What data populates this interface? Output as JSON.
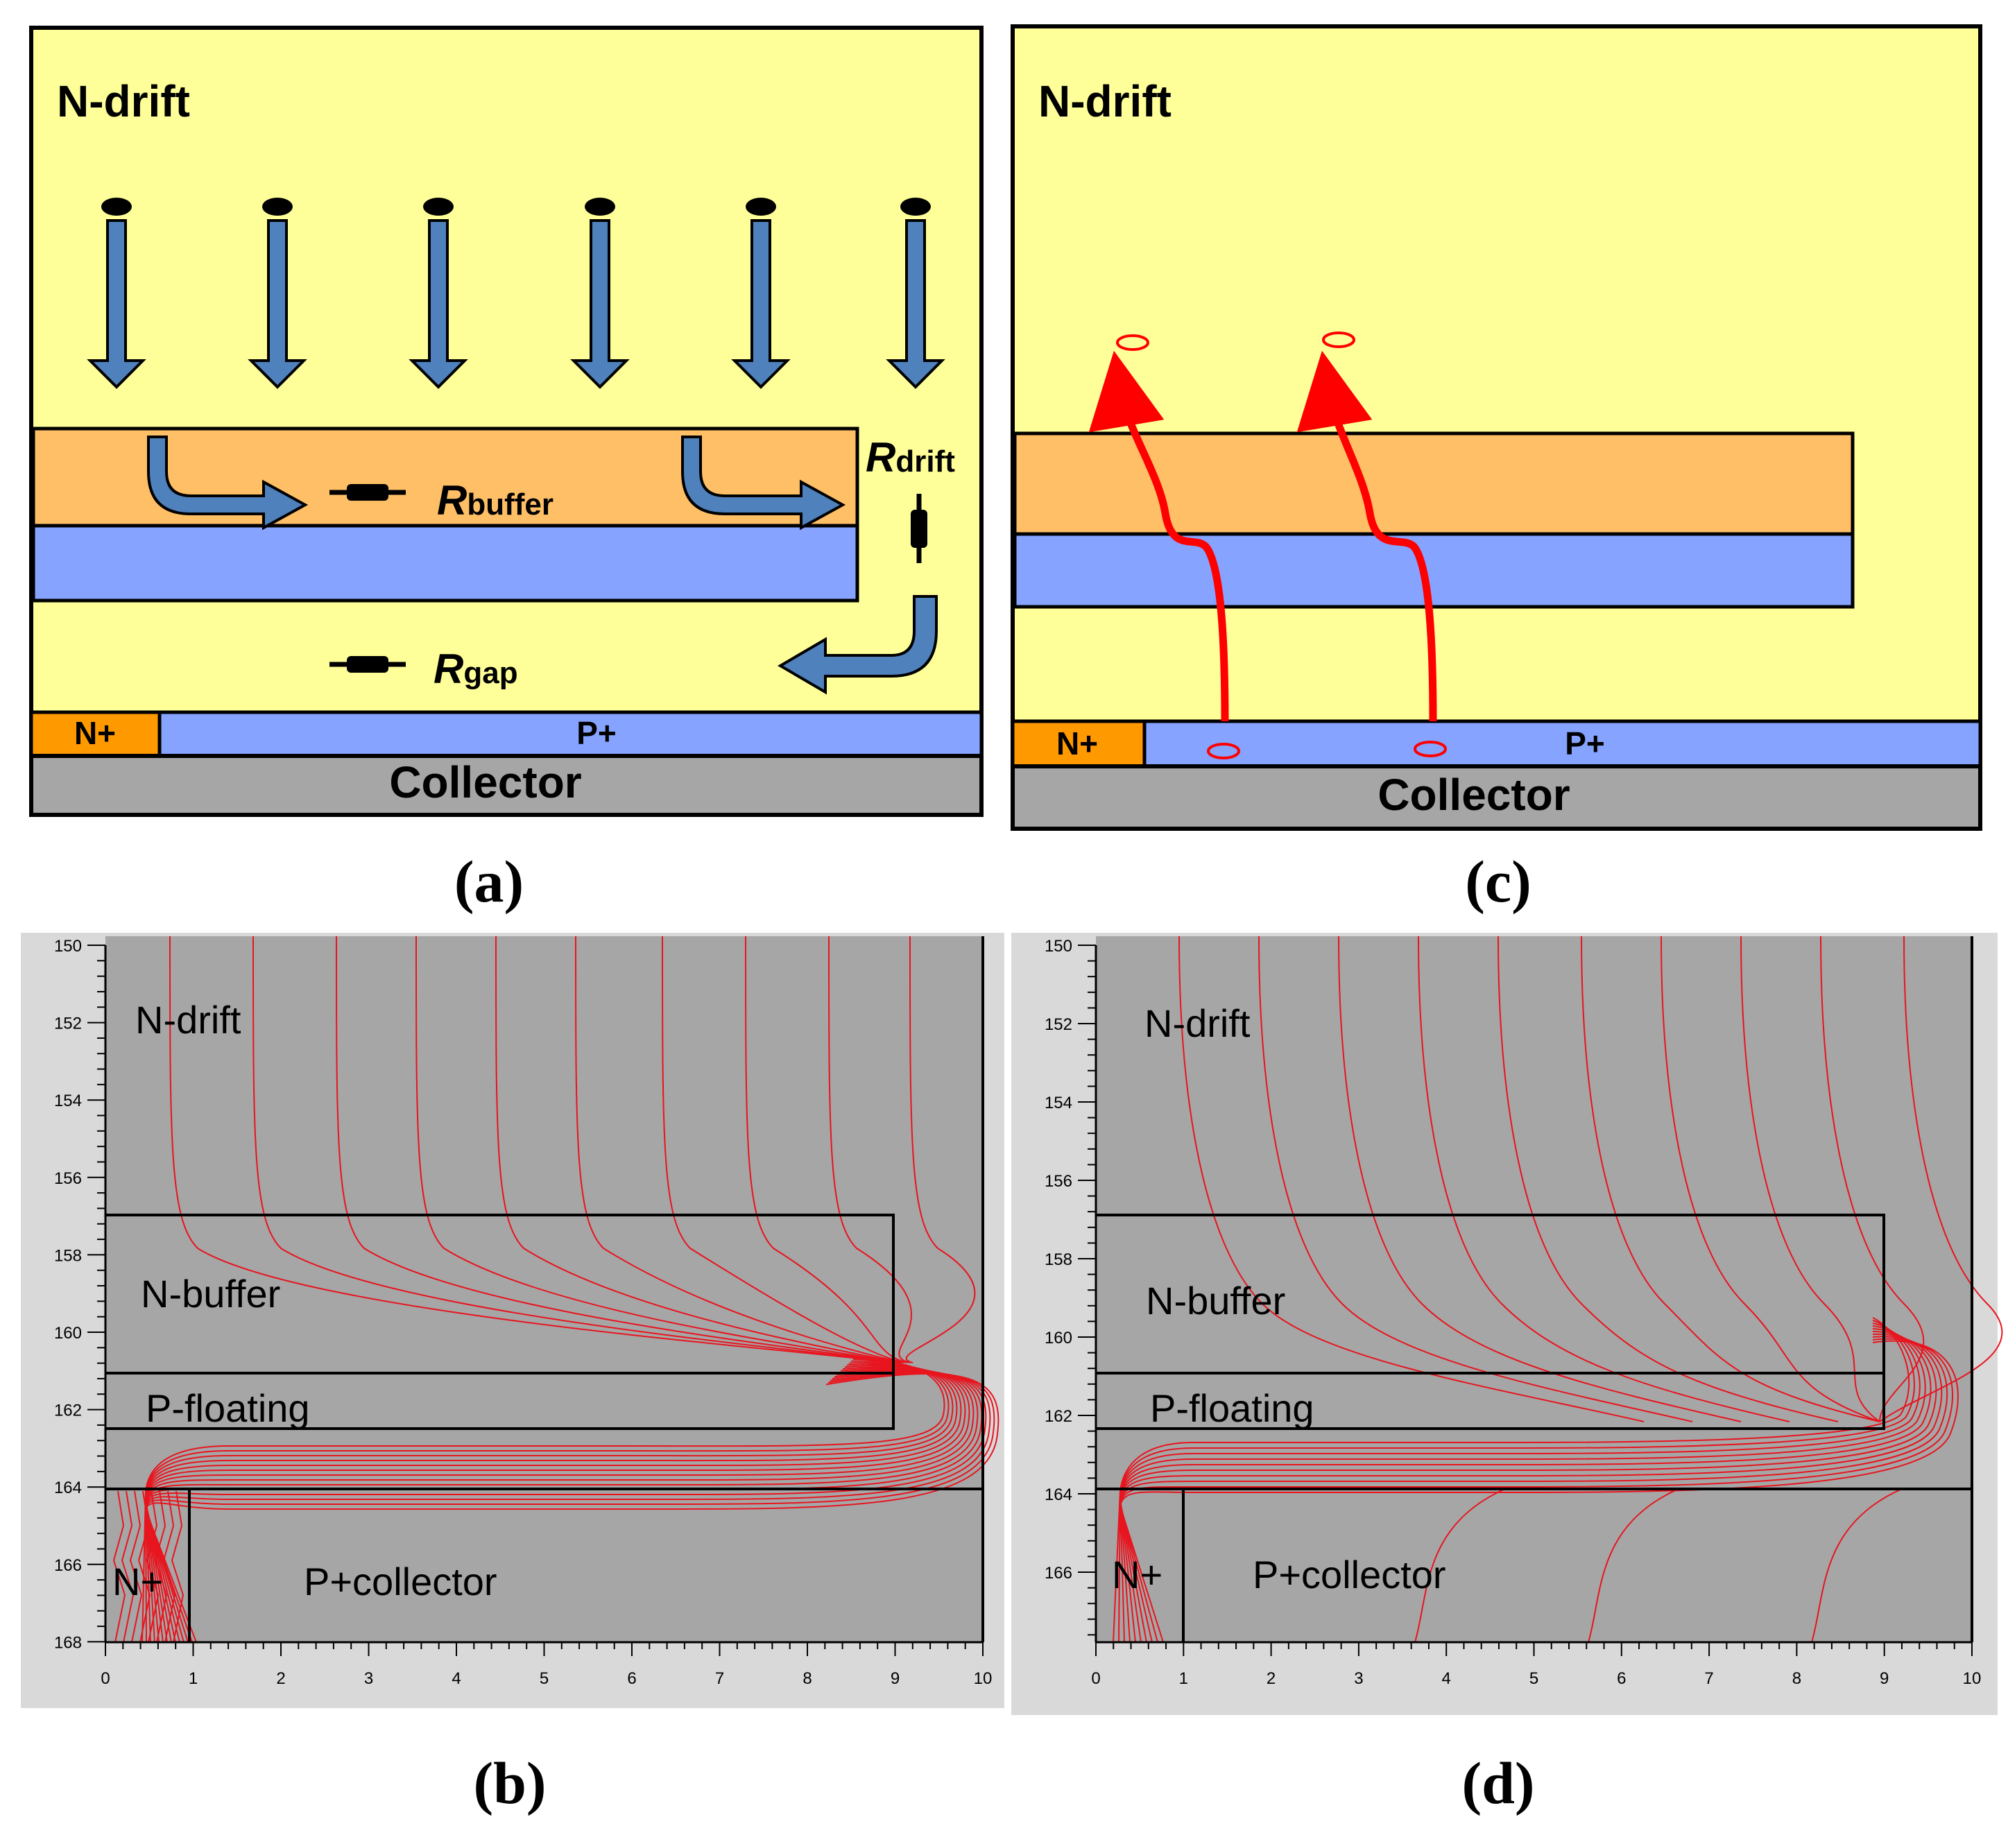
{
  "panels": {
    "a": {
      "caption": "(a)",
      "labels": {
        "drift": "N-drift",
        "r_buffer_r": "R",
        "r_buffer_sub": "buffer",
        "r_drift_r": "R",
        "r_drift_sub": "drift",
        "r_gap_r": "R",
        "r_gap_sub": "gap",
        "nplus": "N+",
        "pplus": "P+",
        "collector": "Collector"
      }
    },
    "c": {
      "caption": "(c)",
      "labels": {
        "drift": "N-drift",
        "nplus": "N+",
        "pplus": "P+",
        "collector": "Collector"
      }
    },
    "b": {
      "caption": "(b)",
      "labels": {
        "drift": "N-drift",
        "buffer": "N-buffer",
        "floating": "P-floating",
        "nplus": "N+",
        "collector": "P+collector"
      },
      "x_ticks": [
        "0",
        "1",
        "2",
        "3",
        "4",
        "5",
        "6",
        "7",
        "8",
        "9",
        "10"
      ],
      "y_ticks": [
        "150",
        "152",
        "154",
        "156",
        "158",
        "160",
        "162",
        "164",
        "166",
        "168"
      ]
    },
    "d": {
      "caption": "(d)",
      "labels": {
        "drift": "N-drift",
        "buffer": "N-buffer",
        "floating": "P-floating",
        "nplus": "N+",
        "collector": "P+collector"
      },
      "x_ticks": [
        "0",
        "1",
        "2",
        "3",
        "4",
        "5",
        "6",
        "7",
        "8",
        "9",
        "10"
      ],
      "y_ticks": [
        "150",
        "152",
        "154",
        "156",
        "158",
        "160",
        "162",
        "164",
        "166"
      ]
    }
  },
  "colors": {
    "drift": "#ffff99",
    "buffer": "#ffbf66",
    "floating": "#85a3ff",
    "nplus": "#ff9900",
    "collector": "#a6a6a6",
    "arrow": "#4f81bd",
    "hole_path": "#ff0000",
    "sim_bg": "#a6a6a6",
    "contour": "#e8141e"
  }
}
